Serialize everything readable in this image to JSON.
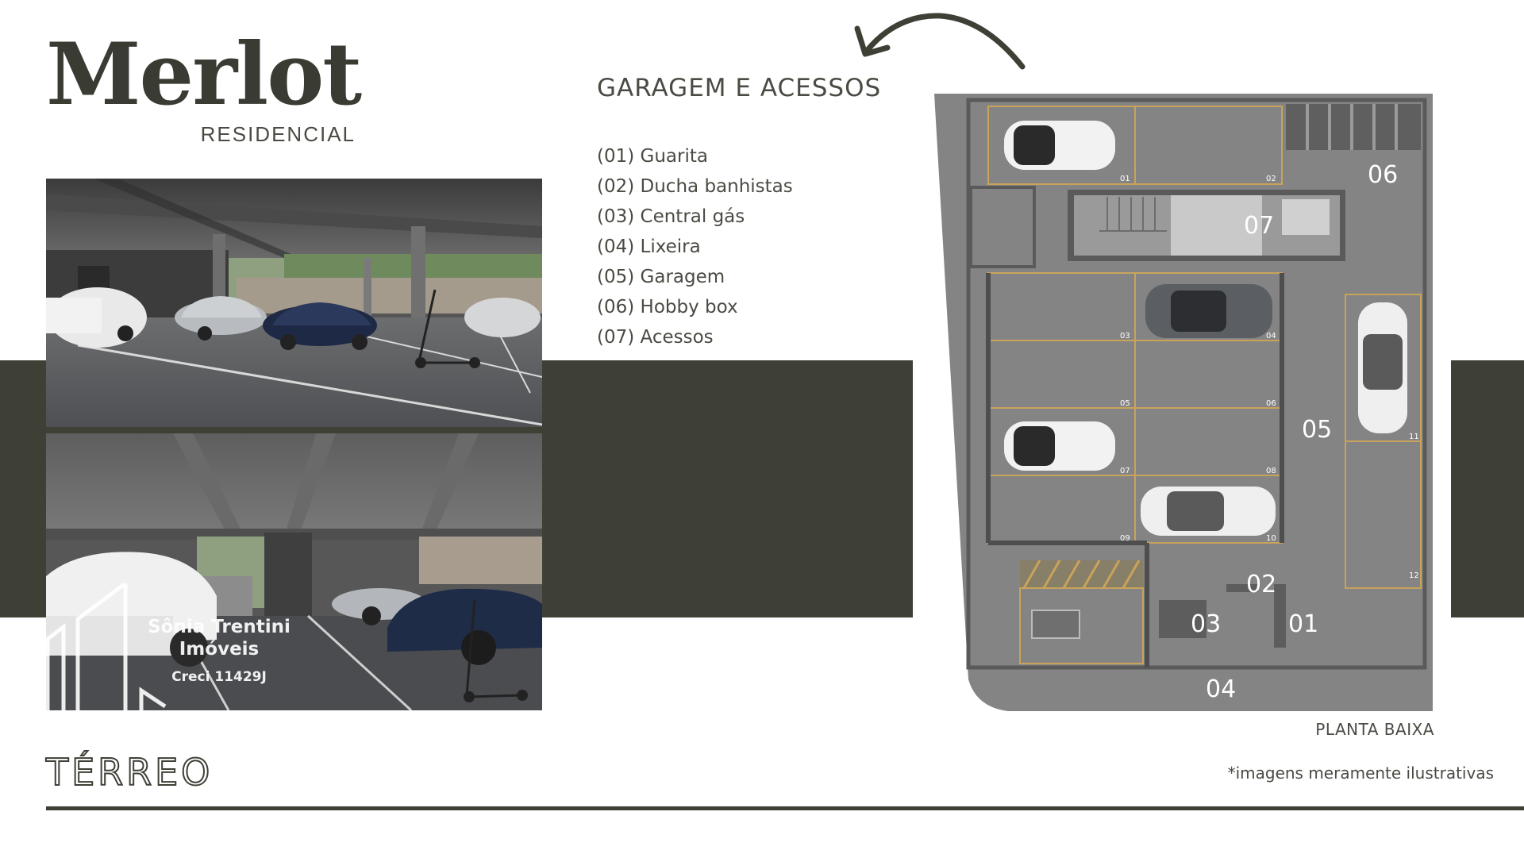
{
  "brand": {
    "title": "Merlot",
    "subtitle": "RESIDENCIAL"
  },
  "section": {
    "title": "GARAGEM E ACESSOS",
    "legend": [
      "(01) Guarita",
      "(02) Ducha banhistas",
      "(03) Central gás",
      "(04) Lixeira",
      "(05) Garagem",
      "(06) Hobby box",
      "(07) Acessos"
    ]
  },
  "watermark": {
    "name_line1": "Sônia Trentini",
    "name_line2": "Imóveis",
    "creci": "Creci 11429J"
  },
  "plan": {
    "caption": "PLANTA BAIXA",
    "area_labels": {
      "a06": "06",
      "a07": "07",
      "a05": "05",
      "a02": "02",
      "a03": "03",
      "a01": "01",
      "a04": "04"
    },
    "spot_numbers": [
      "01",
      "02",
      "03",
      "04",
      "05",
      "06",
      "07",
      "08",
      "09",
      "10",
      "11",
      "12"
    ]
  },
  "floor_label": "TÉRREO",
  "disclaimer": "*imagens meramente ilustrativas",
  "colors": {
    "brand_dark": "#3e4036",
    "plan_gray": "#848484",
    "spot_line": "#c9a35a",
    "text": "#4a4b43"
  }
}
